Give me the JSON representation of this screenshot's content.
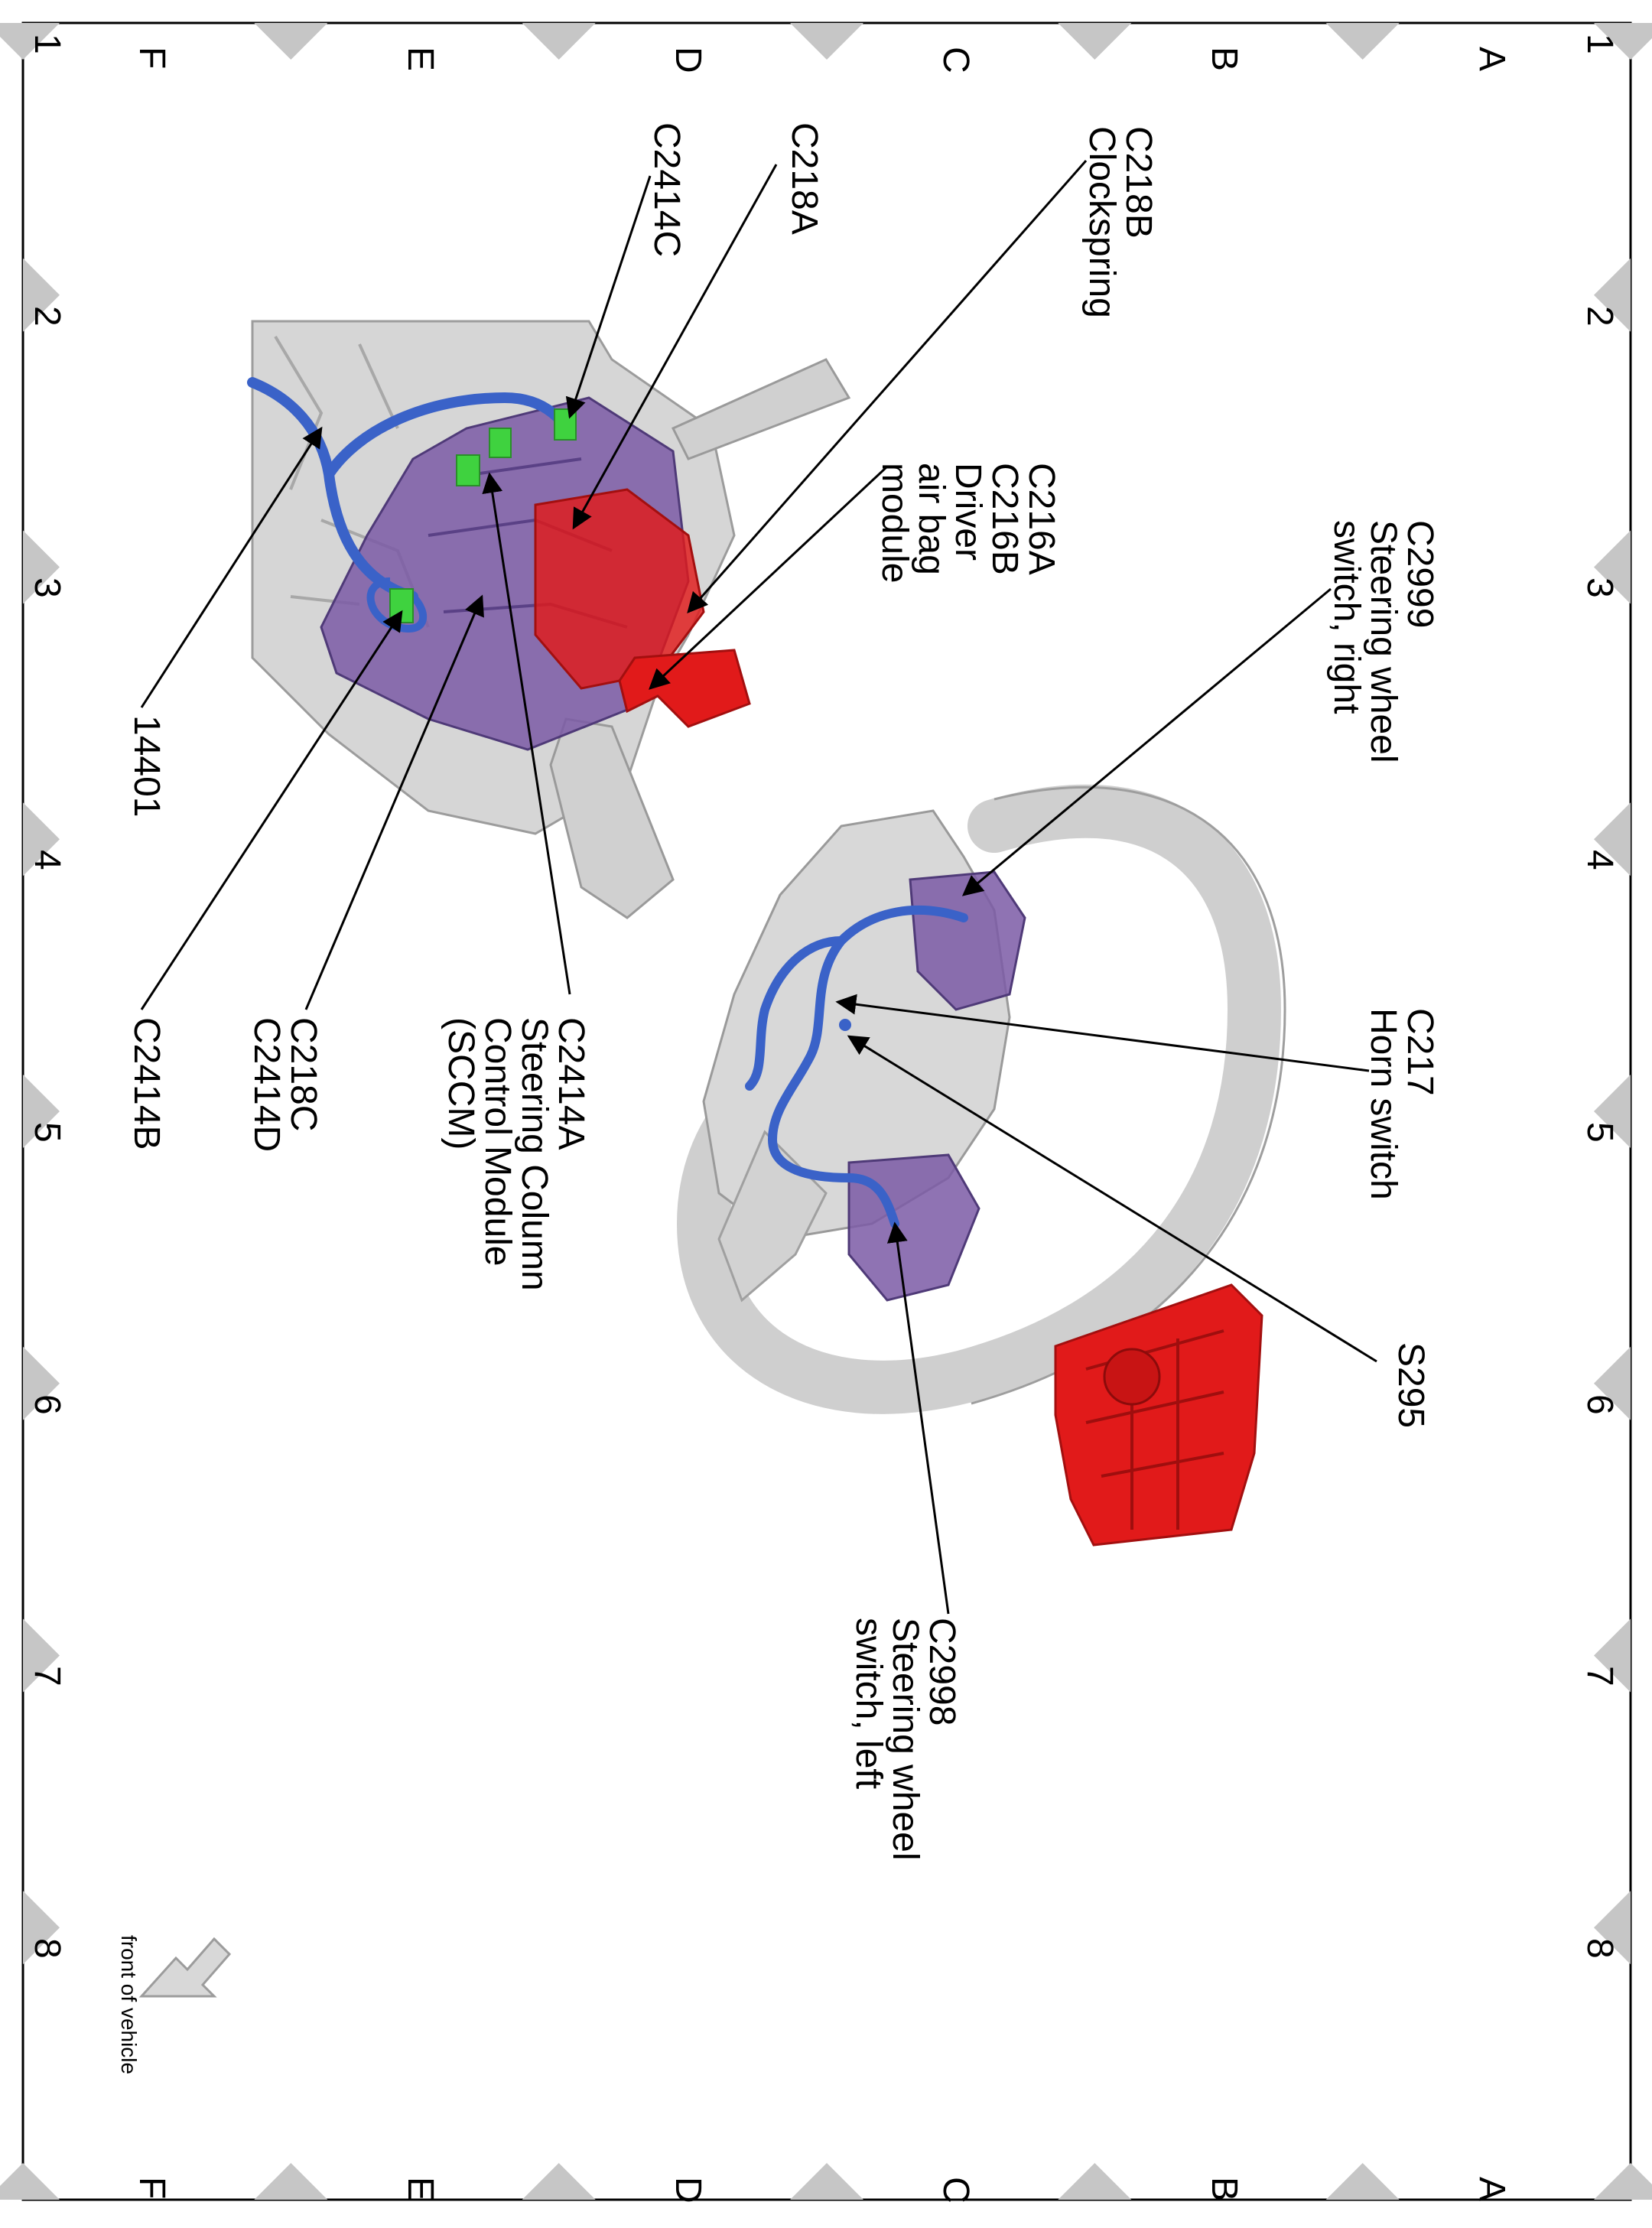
{
  "grid": {
    "rows": [
      "A",
      "B",
      "C",
      "D",
      "E",
      "F"
    ],
    "columns": [
      "1",
      "2",
      "3",
      "4",
      "5",
      "6",
      "7",
      "8"
    ]
  },
  "callouts": {
    "c218b": [
      "C218B",
      "Clockspring"
    ],
    "c218a": [
      "C218A"
    ],
    "c2414c": [
      "C2414C"
    ],
    "c216": [
      "C216A",
      "C216B",
      "Driver",
      "air bag",
      "module"
    ],
    "c2999": [
      "C2999",
      "Steering wheel",
      "switch, right"
    ],
    "c217": [
      "C217",
      "Horn switch"
    ],
    "s295": [
      "S295"
    ],
    "c2998": [
      "C2998",
      "Steering wheel",
      "switch, left"
    ],
    "c14401": [
      "14401"
    ],
    "c2414b": [
      "C2414B"
    ],
    "c218c": [
      "C218C",
      "C2414D"
    ],
    "c2414a": [
      "C2414A",
      "Steering Column",
      "Control Module",
      "(SCCM)"
    ]
  },
  "front_of_vehicle": "front of vehicle",
  "colors": {
    "wiring": "#3a62c8",
    "module_purple": "#7b5aa6",
    "airbag_red": "#e11a1a",
    "connector_green": "#3fd23f",
    "housing_gray": "#d4d4d4",
    "border_triangle": "#c6c6c6"
  }
}
